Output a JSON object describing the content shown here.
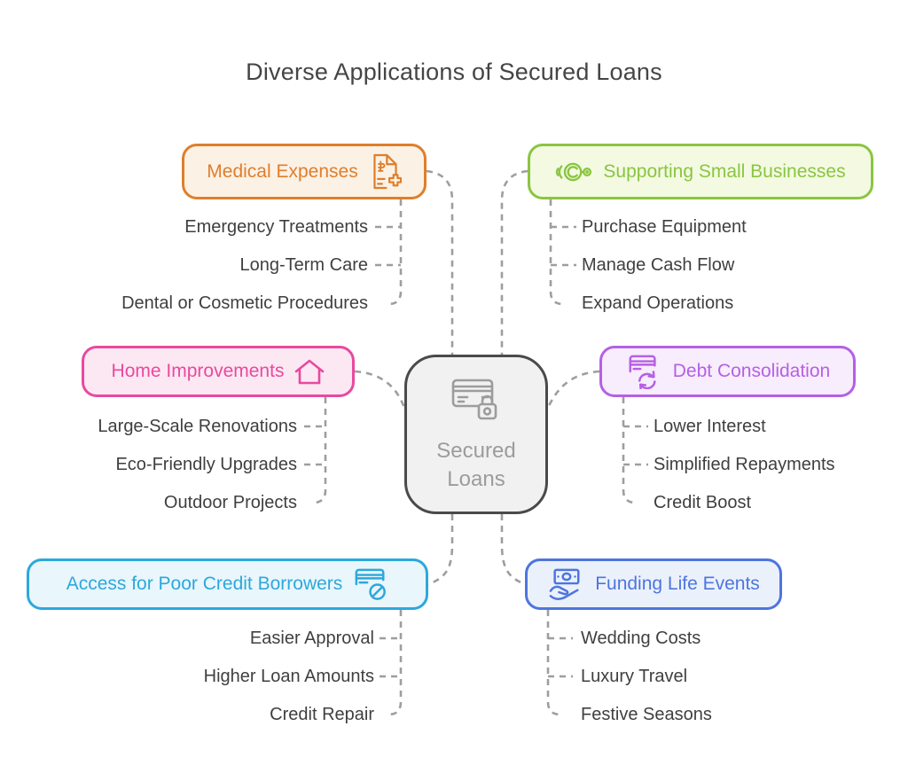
{
  "title": "Diverse Applications of Secured Loans",
  "center": {
    "icon": "credit-card-lock-icon",
    "label_lines": [
      "Secured",
      "Loans"
    ]
  },
  "branches": [
    {
      "id": "medical-expenses",
      "label": "Medical Expenses",
      "icon": "medical-bill-icon",
      "color": "#DF7E2B",
      "bg": "#FCF1E5",
      "items": [
        "Emergency Treatments",
        "Long-Term Care",
        "Dental or Cosmetic Procedures"
      ]
    },
    {
      "id": "supporting-small-businesses",
      "label": "Supporting Small Businesses",
      "icon": "cash-transfer-icon",
      "color": "#8AC541",
      "bg": "#F3FAE1",
      "items": [
        "Purchase Equipment",
        "Manage Cash Flow",
        "Expand Operations"
      ]
    },
    {
      "id": "home-improvements",
      "label": "Home Improvements",
      "icon": "house-icon",
      "color": "#E9499E",
      "bg": "#FCE8F3",
      "items": [
        "Large-Scale Renovations",
        "Eco-Friendly Upgrades",
        "Outdoor Projects"
      ]
    },
    {
      "id": "debt-consolidation",
      "label": "Debt Consolidation",
      "icon": "card-refresh-icon",
      "color": "#B560E4",
      "bg": "#F7EDFC",
      "items": [
        "Lower Interest",
        "Simplified Repayments",
        "Credit Boost"
      ]
    },
    {
      "id": "access-for-poor-credit-borrowers",
      "label": "Access for Poor Credit Borrowers",
      "icon": "card-blocked-icon",
      "color": "#2CA8DC",
      "bg": "#E9F6FC",
      "items": [
        "Easier Approval",
        "Higher Loan Amounts",
        "Credit Repair"
      ]
    },
    {
      "id": "funding-life-events",
      "label": "Funding Life Events",
      "icon": "money-hand-icon",
      "color": "#4D75DE",
      "bg": "#EBF1FB",
      "items": [
        "Wedding Costs",
        "Luxury Travel",
        "Festive Seasons"
      ]
    }
  ],
  "colors": {
    "background": "#FFFFFF",
    "title": "#454545",
    "item_text": "#3F3F3F",
    "connector": "#9E9E9E",
    "center_border": "#4A4A4A",
    "center_bg": "#F1F1F1",
    "center_text": "#9C9C9C"
  }
}
